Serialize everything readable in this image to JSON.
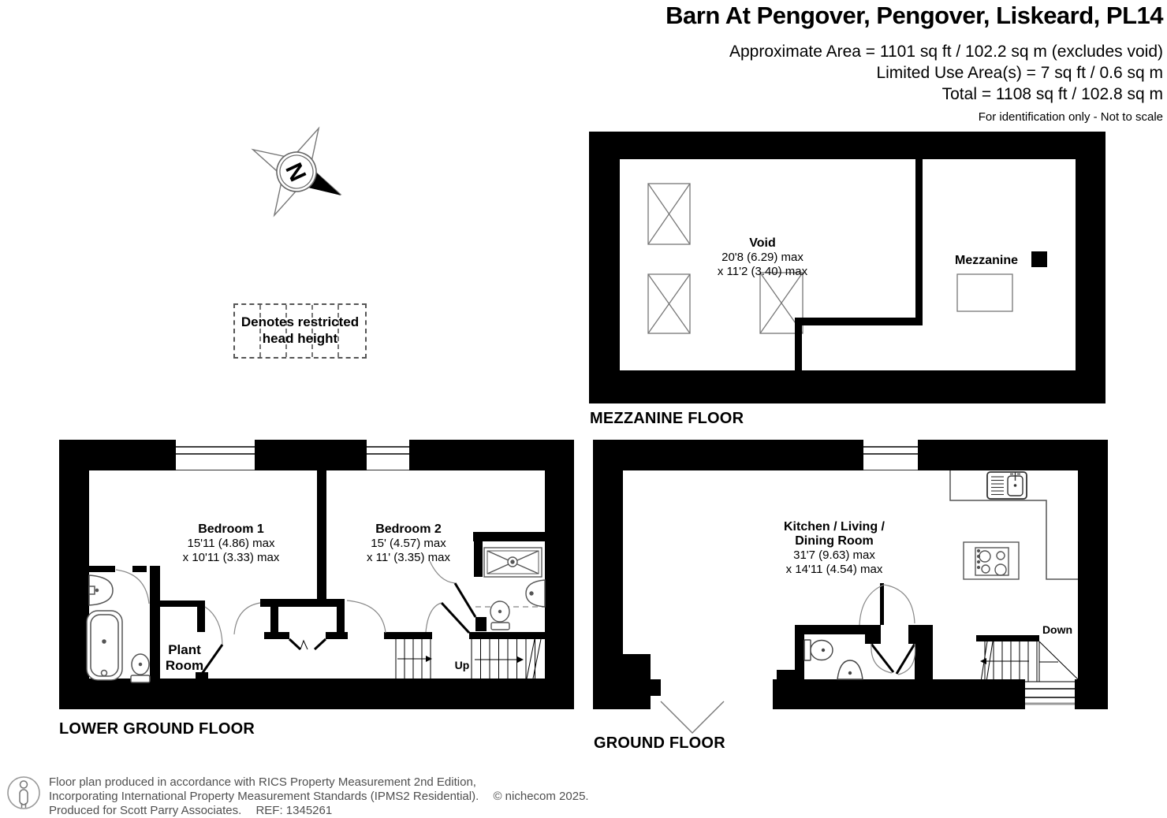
{
  "header": {
    "title": "Barn At Pengover, Pengover, Liskeard, PL14",
    "area_line1": "Approximate Area = 1101 sq ft / 102.2 sq m (excludes void)",
    "area_line2": "Limited Use Area(s) = 7 sq ft / 0.6 sq m",
    "area_line3": "Total = 1108 sq ft / 102.8 sq m",
    "disclaimer": "For identification only - Not to scale"
  },
  "compass": {
    "label": "N"
  },
  "legend": {
    "line1": "Denotes restricted",
    "line2": "head height"
  },
  "mezzanine": {
    "label": "MEZZANINE FLOOR",
    "void_name": "Void",
    "void_dim1": "20'8 (6.29) max",
    "void_dim2": "x 11'2 (3.40) max",
    "room_name": "Mezzanine"
  },
  "lower_ground": {
    "label": "LOWER GROUND FLOOR",
    "bedroom1_name": "Bedroom 1",
    "bedroom1_dim1": "15'11 (4.86) max",
    "bedroom1_dim2": "x 10'11 (3.33) max",
    "bedroom2_name": "Bedroom 2",
    "bedroom2_dim1": "15' (4.57) max",
    "bedroom2_dim2": "x 11' (3.35) max",
    "plant_line1": "Plant",
    "plant_line2": "Room",
    "stairs_label": "Up"
  },
  "ground": {
    "label": "GROUND FLOOR",
    "room_line1": "Kitchen / Living /",
    "room_line2": "Dining Room",
    "room_dim1": "31'7 (9.63) max",
    "room_dim2": "x 14'11 (4.54) max",
    "stairs_label": "Down"
  },
  "footer": {
    "line1": "Floor plan produced in accordance with RICS Property Measurement 2nd Edition,",
    "line2": "Incorporating International Property Measurement Standards (IPMS2 Residential).",
    "copyright": "© nichecom 2025.",
    "line3": "Produced for Scott Parry Associates.",
    "ref": "REF: 1345261"
  },
  "colors": {
    "wall": "#000000",
    "background": "#ffffff",
    "fixture": "#555555"
  }
}
